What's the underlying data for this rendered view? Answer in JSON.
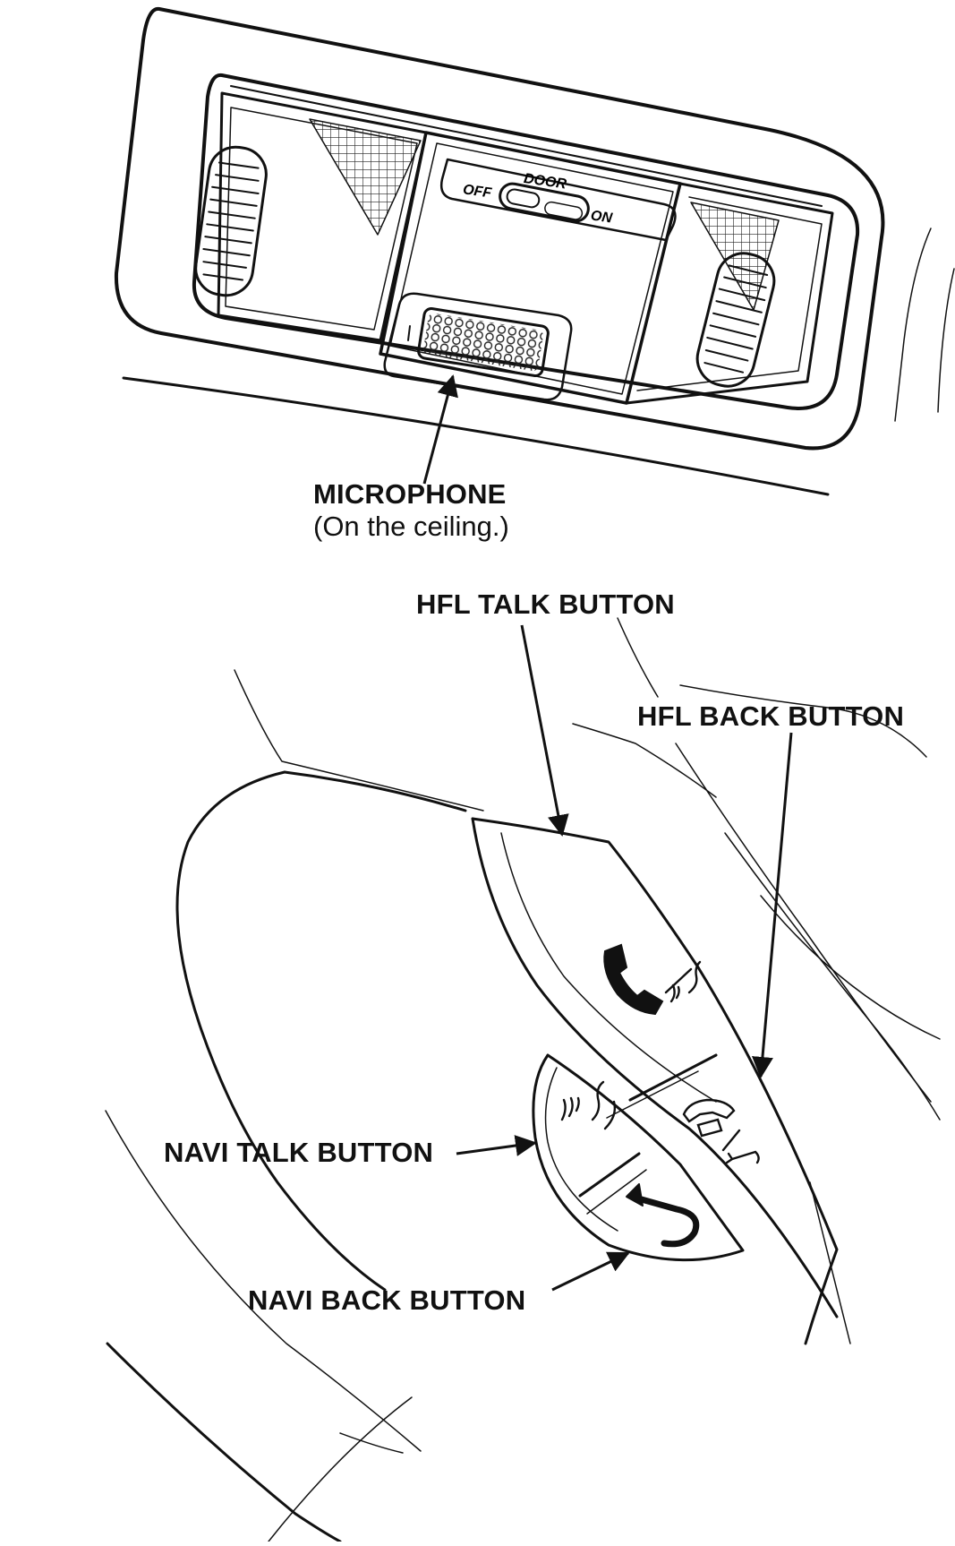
{
  "switch": {
    "off": "OFF",
    "door": "DOOR",
    "on": "ON"
  },
  "labels": {
    "microphone": "MICROPHONE",
    "microphone_note": "(On the ceiling.)",
    "hfl_talk": "HFL TALK BUTTON",
    "hfl_back": "HFL BACK BUTTON",
    "navi_talk": "NAVI TALK BUTTON",
    "navi_back": "NAVI BACK BUTTON"
  }
}
